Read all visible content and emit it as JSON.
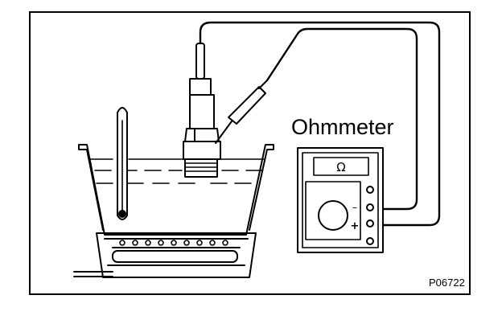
{
  "figure": {
    "meter_label": "Ohmmeter",
    "figure_code": "P06722",
    "meter_display_symbol": "Ω",
    "terminal_minus": "–",
    "terminal_plus": "+"
  },
  "colors": {
    "ink": "#000000",
    "paper": "#ffffff"
  }
}
